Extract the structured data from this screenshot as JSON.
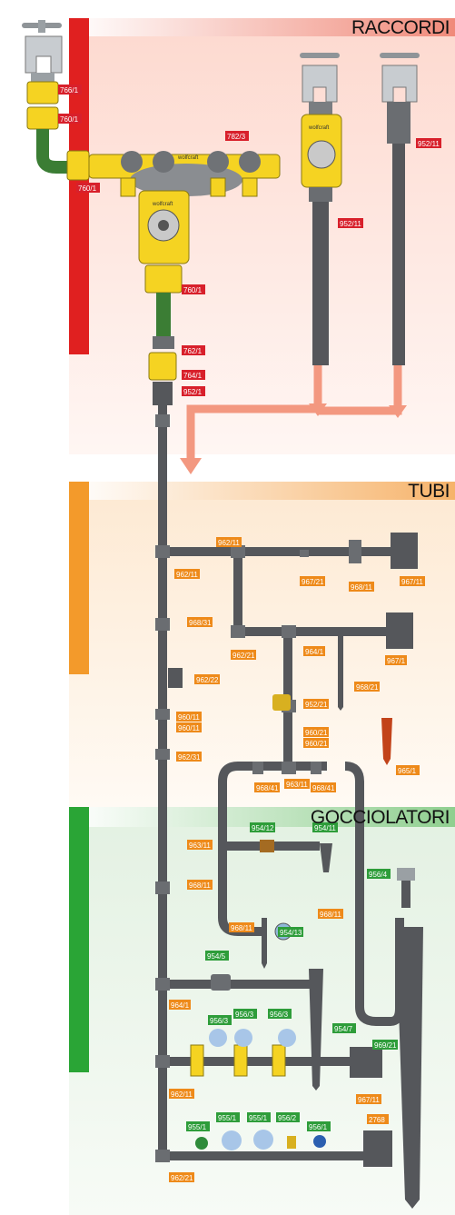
{
  "sections": {
    "raccordi": "RACCORDI",
    "tubi": "TUBI",
    "gocciolatori": "GOCCIOLATORI"
  },
  "colors": {
    "raccordi": "#e02020",
    "tubi": "#f39a2b",
    "gocciolatori": "#2aa536",
    "pipe": "#55575b",
    "fitting_yellow": "#f5d322",
    "arrow_salmon": "#f39880"
  },
  "device_brand": "wolfcraft",
  "labels": {
    "l766_1": "766/1",
    "l760_1a": "760/1",
    "l760_1b": "760/1",
    "l782_3": "782/3",
    "l952_11a": "952/11",
    "l952_11b": "952/11",
    "l760_1c": "760/1",
    "l762_1": "762/1",
    "l764_1": "764/1",
    "l952_1": "952/1",
    "l962_11a": "962/11",
    "l962_11b": "962/11",
    "l967_21": "967/21",
    "l968_11a": "968/11",
    "l967_11a": "967/11",
    "l968_31": "968/31",
    "l964_1a": "964/1",
    "l962_21a": "962/21",
    "l967_1": "967/1",
    "l962_22": "962/22",
    "l952_21": "952/21",
    "l968_21": "968/21",
    "l960_11a": "960/11",
    "l960_11b": "960/11",
    "l960_21a": "960/21",
    "l960_21b": "960/21",
    "l962_31": "962/31",
    "l965_1": "965/1",
    "l968_41a": "968/41",
    "l963_11a": "963/11",
    "l968_41b": "968/41",
    "l954_12": "954/12",
    "l954_11": "954/11",
    "l963_11b": "963/11",
    "l956_4": "956/4",
    "l968_11b": "968/11",
    "l968_11c": "968/11",
    "l968_11d": "968/11",
    "l954_13": "954/13",
    "l954_5": "954/5",
    "l964_1b": "964/1",
    "l954_7": "954/7",
    "l969_21": "969/21",
    "l956_3a": "956/3",
    "l956_3b": "956/3",
    "l956_3c": "956/3",
    "l962_11c": "962/11",
    "l967_11b": "967/11",
    "l2768": "2768",
    "l955_1a": "955/1",
    "l955_1b": "955/1",
    "l955_1c": "955/1",
    "l956_2": "956/2",
    "l956_1": "956/1",
    "l962_21b": "962/21"
  }
}
